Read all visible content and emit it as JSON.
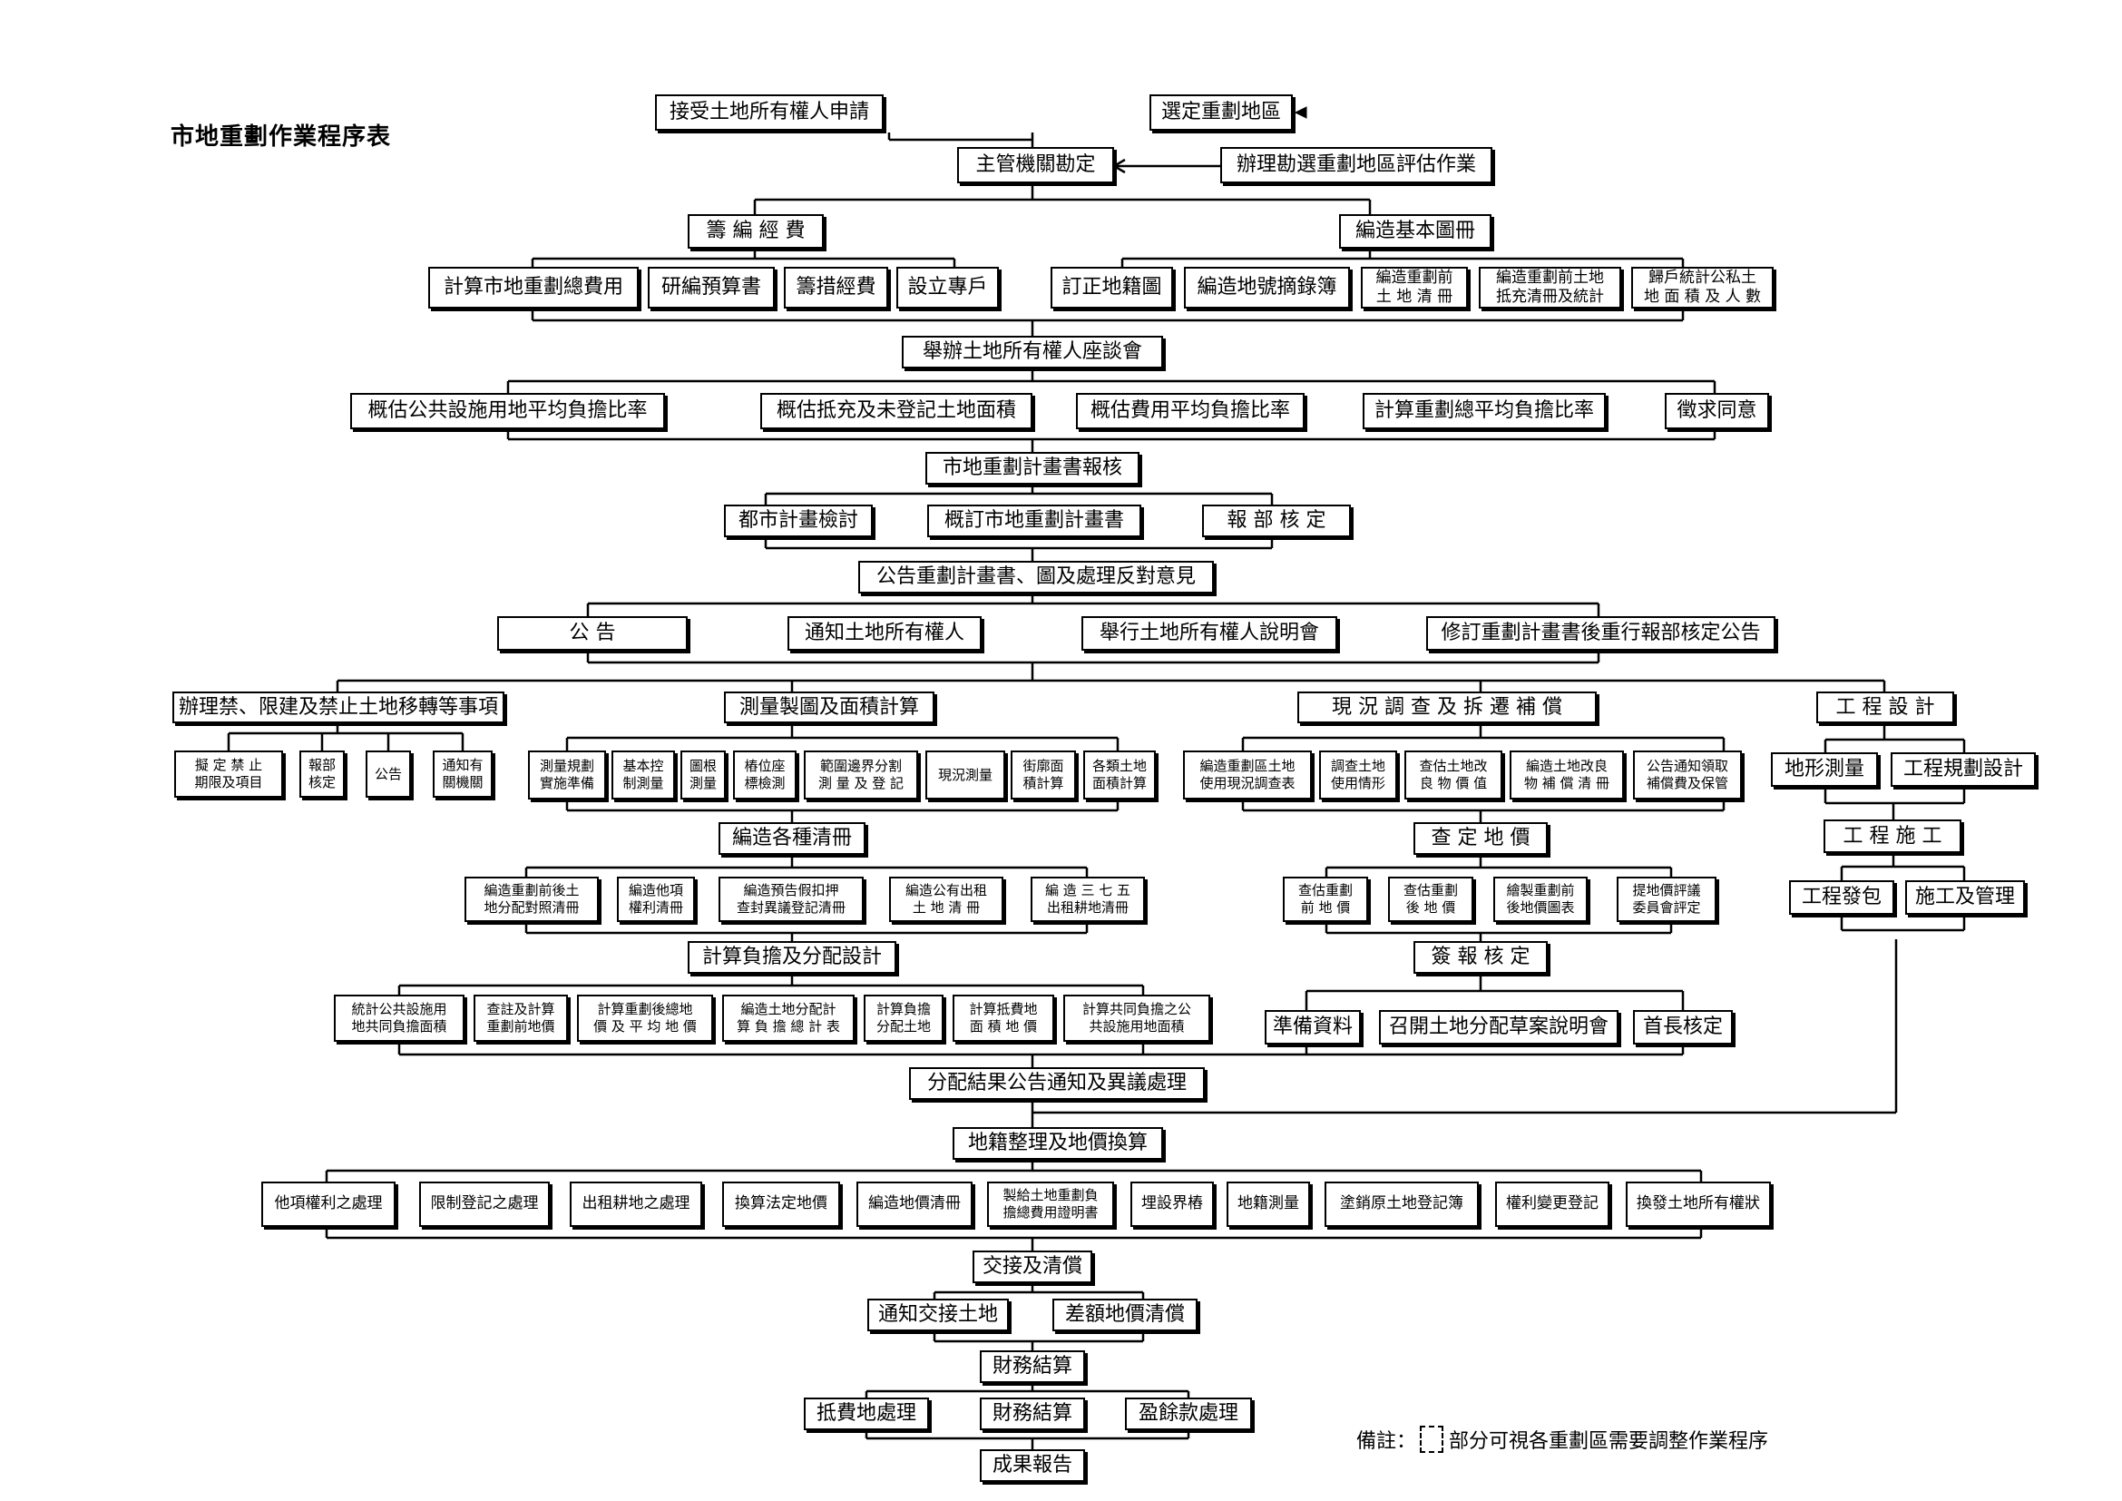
{
  "title": "市地重劃作業程序表",
  "nodes": {
    "n_apply": "接受土地所有權人申請",
    "n_select": "選定重劃地區",
    "n_authority": "主管機關勘定",
    "n_evaluate": "辦理勘選重劃地區評估作業",
    "n_funding": "籌 編 經 費",
    "n_basemap": "編造基本圖冊",
    "n_calc_cost": "計算市地重劃總費用",
    "n_budget": "研編預算書",
    "n_raise": "籌措經費",
    "n_account": "設立專戶",
    "n_cadastral": "訂正地籍圖",
    "n_lot_register": "編造地號摘錄簿",
    "n_land_list": "編造重劃前\n土 地 清 冊",
    "n_offset_list": "編造重劃前土地\n抵充清冊及統計",
    "n_household": "歸戶統計公私土\n地 面 積 及 人 數",
    "n_seminar": "舉辦土地所有權人座談會",
    "n_est_public": "概估公共設施用地平均負擔比率",
    "n_est_offset": "概估抵充及未登記土地面積",
    "n_est_fee": "概估費用平均負擔比率",
    "n_calc_total": "計算重劃總平均負擔比率",
    "n_consent": "徵求同意",
    "n_plan_report": "市地重劃計畫書報核",
    "n_urban_review": "都市計畫檢討",
    "n_plan_draft": "概訂市地重劃計畫書",
    "n_ministry": "報 部 核 定",
    "n_announce_plan": "公告重劃計畫書、圖及處理反對意見",
    "n_announce": "公          告",
    "n_notify_owners": "通知土地所有權人",
    "n_briefing": "舉行土地所有權人說明會",
    "n_revise": "修訂重劃計畫書後重行報部核定公告",
    "n_prohibit": "辦理禁、限建及禁止土地移轉等事項",
    "n_set_limit": "擬 定 禁 止\n期限及項目",
    "n_report_approve": "報部\n核定",
    "n_public_notice": "公告",
    "n_notify_agency": "通知有\n關機關",
    "n_survey": "測量製圖及面積計算",
    "n_survey_prep": "測量規劃\n實施準備",
    "n_control": "基本控\n制測量",
    "n_root": "圖根\n測量",
    "n_stake": "樁位座\n標檢測",
    "n_boundary": "範圍邊界分割\n測 量 及 登 記",
    "n_current_survey": "現況測量",
    "n_block_area": "街廓面\n積計算",
    "n_parcel_area": "各類土地\n面積計算",
    "n_investigate": "現 況 調 查 及 拆 遷 補 償",
    "n_use_table": "編造重劃區土地\n使用現況調查表",
    "n_use_status": "調查土地\n使用情形",
    "n_improve_value": "查估土地改\n良 物 價 值",
    "n_comp_list": "編造土地改良\n物 補 償 清 冊",
    "n_comp_notice": "公告通知領取\n補償費及保管",
    "n_eng_design": "工 程 設 計",
    "n_topo": "地形測量",
    "n_eng_plan": "工程規劃設計",
    "n_eng_build": "工 程 施 工",
    "n_contract": "工程發包",
    "n_manage": "施工及管理",
    "n_lists": "編造各種清冊",
    "n_compare": "編造重劃前後土\n地分配對照清冊",
    "n_other_rights": "編造他項\n權利清冊",
    "n_reserve": "編造預告假扣押\n查封異議登記清冊",
    "n_public_rent": "編造公有出租\n土  地  清  冊",
    "n_375": "編  造  三  七  五\n出租耕地清冊",
    "n_value": "查 定 地 價",
    "n_value_before": "查估重劃\n前 地 價",
    "n_value_after": "查估重劃\n後 地 價",
    "n_value_map": "繪製重劃前\n後地價圖表",
    "n_committee": "提地價評議\n委員會評定",
    "n_allocation": "計算負擔及分配設計",
    "n_public_area": "統計公共設施用\n地共同負擔面積",
    "n_check_value": "查註及計算\n重劃前地價",
    "n_avg_value": "計算重劃後總地\n價 及 平 均 地 價",
    "n_alloc_table": "編造土地分配計\n算 負 擔 總 計 表",
    "n_alloc_land": "計算負擔\n分配土地",
    "n_fee_land": "計算抵費地\n面  積  地  價",
    "n_shared_area": "計算共同負擔之公\n共設施用地面積",
    "n_sign_report": "簽 報 核 定",
    "n_prepare": "準備資料",
    "n_meeting": "召開土地分配草案說明會",
    "n_chief": "首長核定",
    "n_result": "分配結果公告通知及異議處理",
    "n_registry": "地籍整理及地價換算",
    "n_other_handle": "他項權利之處理",
    "n_restrict_reg": "限制登記之處理",
    "n_rent_farm": "出租耕地之處理",
    "n_legal_value": "換算法定地價",
    "n_value_list": "編造地價清冊",
    "n_cert": "製給土地重劃負\n擔總費用證明書",
    "n_marker": "埋設界樁",
    "n_reg_survey": "地籍測量",
    "n_cancel_reg": "塗銷原土地登記簿",
    "n_rights_change": "權利變更登記",
    "n_new_title": "換發土地所有權狀",
    "n_handover": "交接及清償",
    "n_notify_handover": "通知交接土地",
    "n_diff_pay": "差額地價清償",
    "n_finance": "財務結算",
    "n_fee_land_handle": "抵費地處理",
    "n_finance2": "財務結算",
    "n_surplus": "盈餘款處理",
    "n_final": "成果報告"
  },
  "note": {
    "prefix": "備註：",
    "text": "部分可視各重劃區需要調整作業程序"
  }
}
